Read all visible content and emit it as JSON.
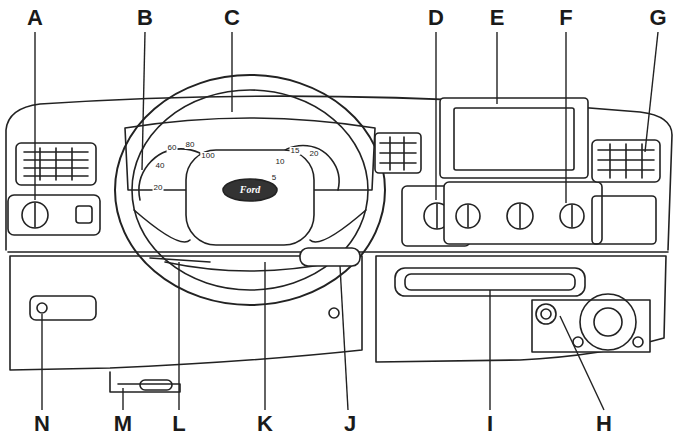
{
  "diagram": {
    "labels": [
      "A",
      "B",
      "C",
      "D",
      "E",
      "F",
      "G",
      "20",
      "40",
      "60",
      "80",
      "100",
      "5",
      "10",
      "15",
      "20",
      "Ford",
      "N",
      "M",
      "L",
      "K",
      "J",
      "I",
      "H"
    ]
  }
}
